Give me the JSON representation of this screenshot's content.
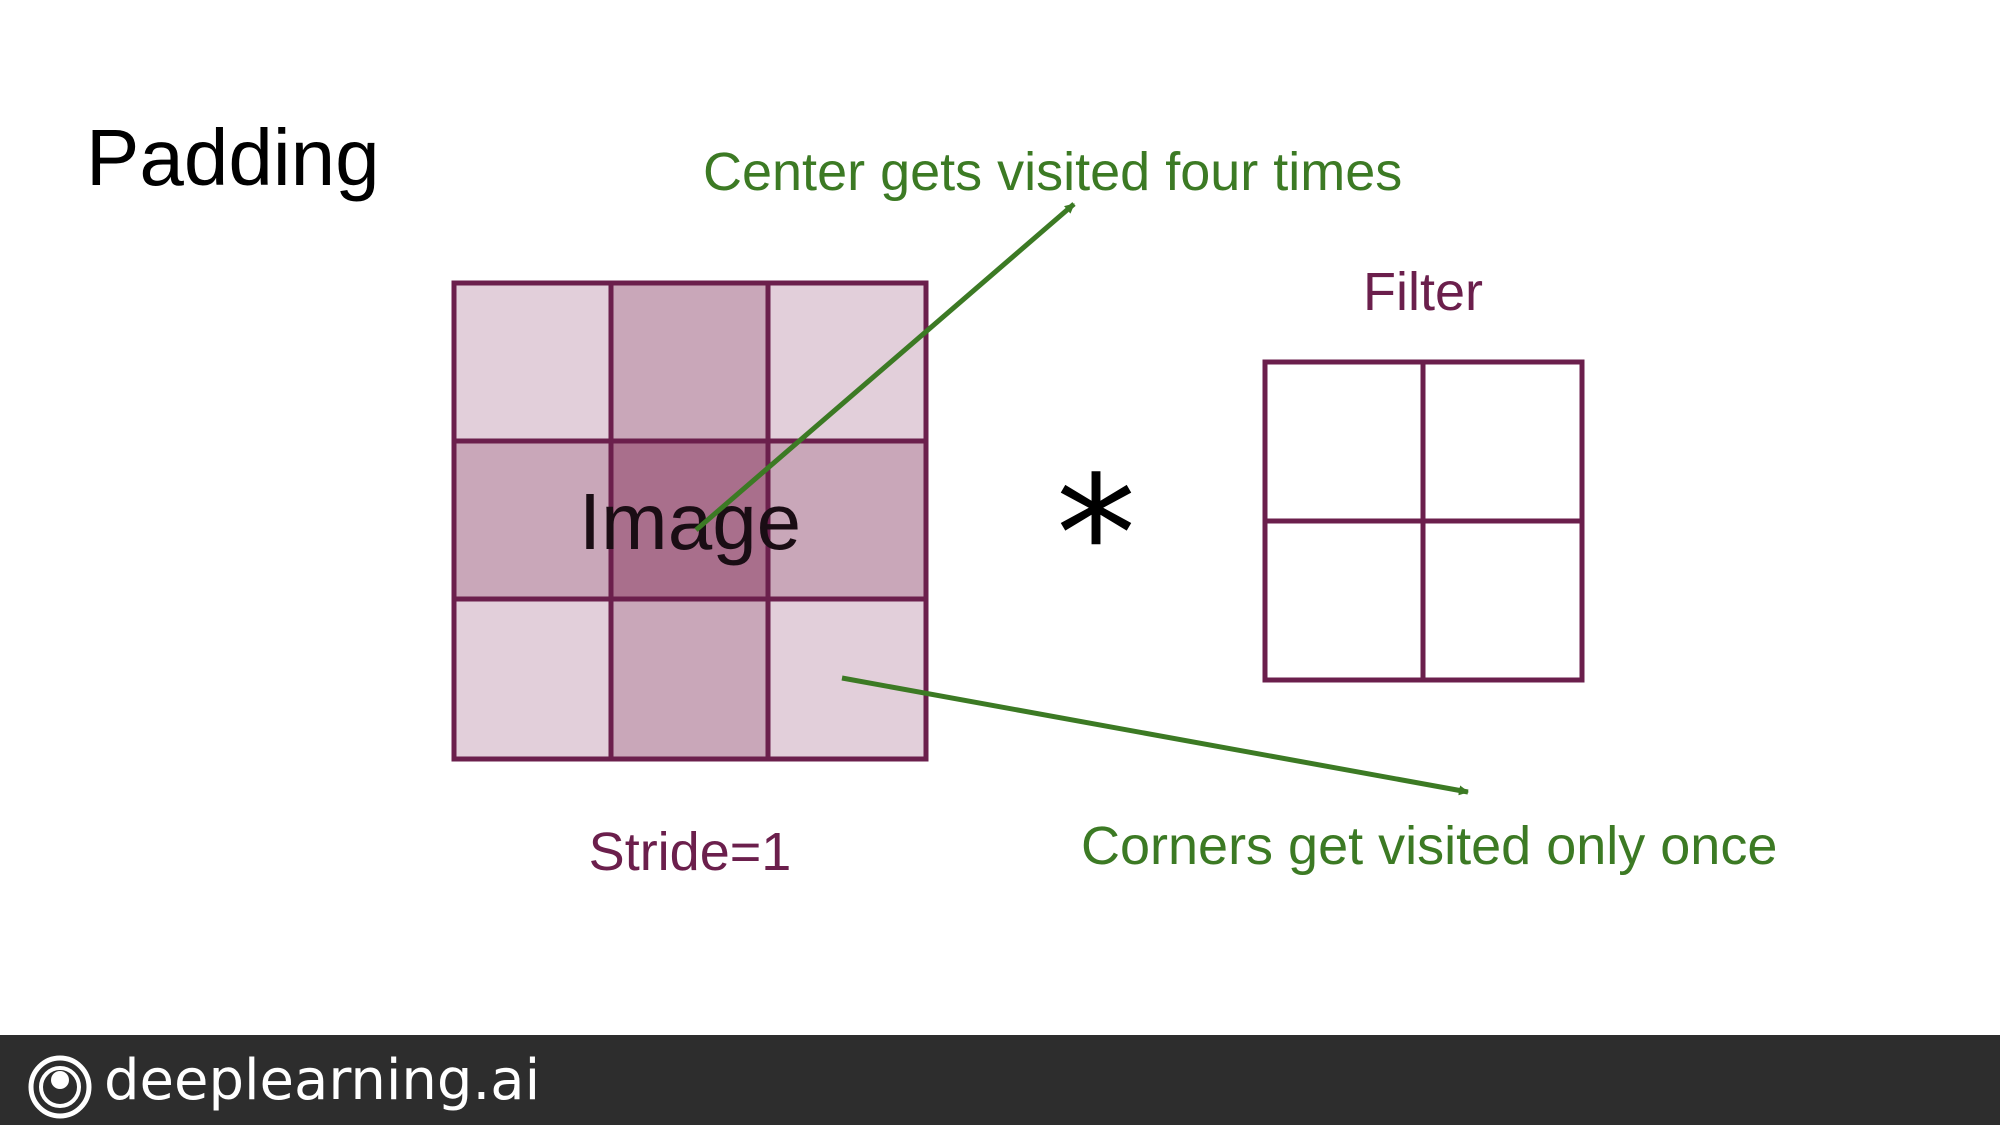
{
  "slide": {
    "title": "Padding"
  },
  "diagram": {
    "image_label": "Image",
    "filter_label": "Filter",
    "stride_label": "Stride=1",
    "operator_symbol": "*",
    "annotation_center": "Center gets visited four times",
    "annotation_corners": "Corners get visited only once",
    "image_grid": {
      "rows": 3,
      "cols": 3
    },
    "filter_grid": {
      "rows": 2,
      "cols": 2
    },
    "colors": {
      "grid_border": "#6b1f4c",
      "cell_light": "#e2cfda",
      "cell_medium": "#c9a7b9",
      "cell_dark": "#a96f8c",
      "annotation": "#3c7a24",
      "stride_text": "#6b1f4c"
    }
  },
  "footer": {
    "brand": "deeplearning.ai",
    "logo_icon": "deeplearning-logo-icon",
    "background": "#2d2d2d"
  }
}
